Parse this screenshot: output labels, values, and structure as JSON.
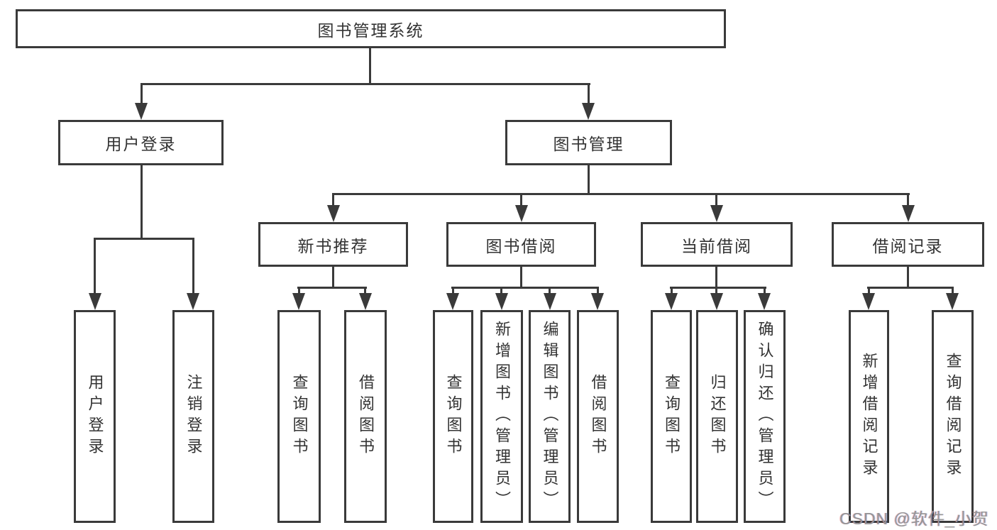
{
  "diagram": {
    "root": {
      "label": "图书管理系统"
    },
    "branches": {
      "user_login": {
        "label": "用户登录",
        "children": [
          {
            "label": "用户登录"
          },
          {
            "label": "注销登录"
          }
        ]
      },
      "book_mgmt": {
        "label": "图书管理",
        "sections": [
          {
            "label": "新书推荐",
            "children": [
              {
                "label": "查询图书"
              },
              {
                "label": "借阅图书"
              }
            ]
          },
          {
            "label": "图书借阅",
            "children": [
              {
                "label": "查询图书"
              },
              {
                "label": "新增图书（管理员）"
              },
              {
                "label": "编辑图书（管理员）"
              },
              {
                "label": "借阅图书"
              }
            ]
          },
          {
            "label": "当前借阅",
            "children": [
              {
                "label": "查询图书"
              },
              {
                "label": "归还图书"
              },
              {
                "label": "确认归还（管理员）"
              }
            ]
          },
          {
            "label": "借阅记录",
            "children": [
              {
                "label": "新增借阅记录"
              },
              {
                "label": "查询借阅记录"
              }
            ]
          }
        ]
      }
    }
  },
  "watermark": {
    "text": "CSDN @软件_小贺同学"
  },
  "colors": {
    "line": "#3a3a3a",
    "text": "#333333",
    "watermark": "#959595",
    "background": "#ffffff"
  }
}
